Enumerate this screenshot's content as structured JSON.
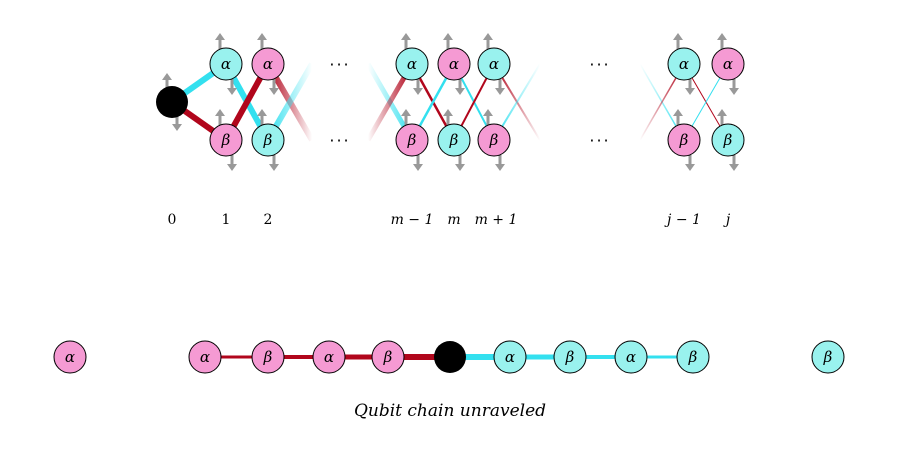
{
  "labels": {
    "site_0": "0",
    "site_1": "1",
    "site_2": "2",
    "site_m_minus_1": "m − 1",
    "site_m": "m",
    "site_m_plus_1": "m + 1",
    "site_j_minus_1": "j − 1",
    "site_j": "j"
  },
  "node_symbols": {
    "alpha": "α",
    "beta": "β"
  },
  "ellipsis": "···",
  "caption": "Qubit chain unraveled",
  "colors": {
    "alpha_fill": "#f59ad3",
    "beta_fill": "#99f2ee",
    "red_edge": "#b1061c",
    "cyan_edge": "#33e0ef",
    "arrow": "#999999",
    "center": "#000000"
  }
}
